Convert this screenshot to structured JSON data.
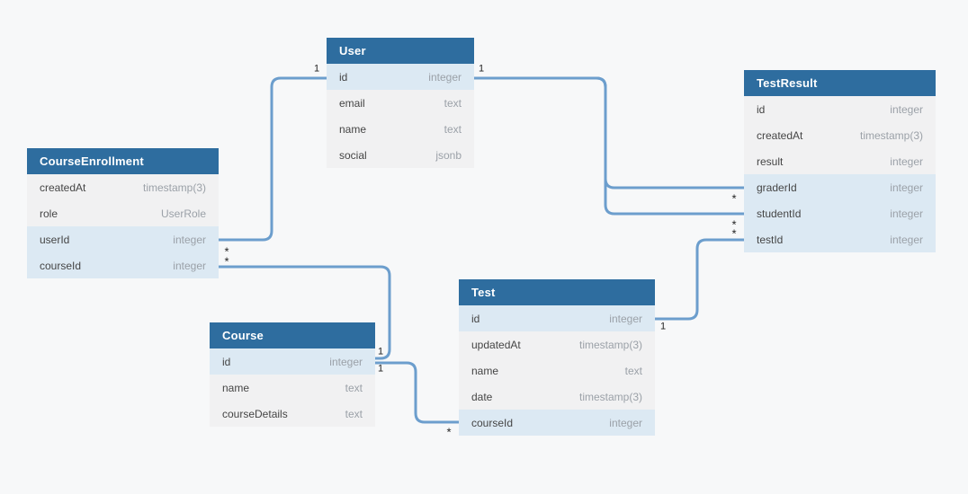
{
  "diagram": {
    "background": "#f7f8f9",
    "colors": {
      "header_bg": "#2e6d9f",
      "header_text": "#ffffff",
      "row_bg": "#f1f1f2",
      "row_highlight": "#dce9f3",
      "field_name": "#454545",
      "field_type": "#9ba1a8",
      "connector": "#6c9ecd",
      "label_text": "#222222"
    },
    "tables": [
      {
        "name": "User",
        "fields": [
          {
            "name": "id",
            "type": "integer",
            "highlighted": true
          },
          {
            "name": "email",
            "type": "text",
            "highlighted": false
          },
          {
            "name": "name",
            "type": "text",
            "highlighted": false
          },
          {
            "name": "social",
            "type": "jsonb",
            "highlighted": false
          }
        ]
      },
      {
        "name": "CourseEnrollment",
        "fields": [
          {
            "name": "createdAt",
            "type": "timestamp(3)",
            "highlighted": false
          },
          {
            "name": "role",
            "type": "UserRole",
            "highlighted": false
          },
          {
            "name": "userId",
            "type": "integer",
            "highlighted": true
          },
          {
            "name": "courseId",
            "type": "integer",
            "highlighted": true
          }
        ]
      },
      {
        "name": "TestResult",
        "fields": [
          {
            "name": "id",
            "type": "integer",
            "highlighted": false
          },
          {
            "name": "createdAt",
            "type": "timestamp(3)",
            "highlighted": false
          },
          {
            "name": "result",
            "type": "integer",
            "highlighted": false
          },
          {
            "name": "graderId",
            "type": "integer",
            "highlighted": true
          },
          {
            "name": "studentId",
            "type": "integer",
            "highlighted": true
          },
          {
            "name": "testId",
            "type": "integer",
            "highlighted": true
          }
        ]
      },
      {
        "name": "Course",
        "fields": [
          {
            "name": "id",
            "type": "integer",
            "highlighted": true
          },
          {
            "name": "name",
            "type": "text",
            "highlighted": false
          },
          {
            "name": "courseDetails",
            "type": "text",
            "highlighted": false
          }
        ]
      },
      {
        "name": "Test",
        "fields": [
          {
            "name": "id",
            "type": "integer",
            "highlighted": true
          },
          {
            "name": "updatedAt",
            "type": "timestamp(3)",
            "highlighted": false
          },
          {
            "name": "name",
            "type": "text",
            "highlighted": false
          },
          {
            "name": "date",
            "type": "timestamp(3)",
            "highlighted": false
          },
          {
            "name": "courseId",
            "type": "integer",
            "highlighted": true
          }
        ]
      }
    ],
    "relationships": [
      {
        "from": "User.id",
        "from_cardinality": "1",
        "to": "CourseEnrollment.userId",
        "to_cardinality": "*"
      },
      {
        "from": "User.id",
        "from_cardinality": "1",
        "to": "TestResult.graderId",
        "to_cardinality": "*"
      },
      {
        "from": "User.id",
        "from_cardinality": "1",
        "to": "TestResult.studentId",
        "to_cardinality": "*"
      },
      {
        "from": "Course.id",
        "from_cardinality": "1",
        "to": "CourseEnrollment.courseId",
        "to_cardinality": "*"
      },
      {
        "from": "Course.id",
        "from_cardinality": "1",
        "to": "Test.courseId",
        "to_cardinality": "*"
      },
      {
        "from": "Test.id",
        "from_cardinality": "1",
        "to": "TestResult.testId",
        "to_cardinality": "*"
      }
    ],
    "cardinality_labels": [
      {
        "text": "1",
        "near": "User.id-left"
      },
      {
        "text": "1",
        "near": "User.id-right"
      },
      {
        "text": "*",
        "near": "CourseEnrollment.userId"
      },
      {
        "text": "*",
        "near": "CourseEnrollment.courseId"
      },
      {
        "text": "1",
        "near": "Course.id-top"
      },
      {
        "text": "1",
        "near": "Course.id-bottom"
      },
      {
        "text": "*",
        "near": "Test.courseId"
      },
      {
        "text": "1",
        "near": "Test.id"
      },
      {
        "text": "*",
        "near": "TestResult.graderId"
      },
      {
        "text": "*",
        "near": "TestResult.studentId"
      },
      {
        "text": "*",
        "near": "TestResult.testId"
      }
    ]
  }
}
